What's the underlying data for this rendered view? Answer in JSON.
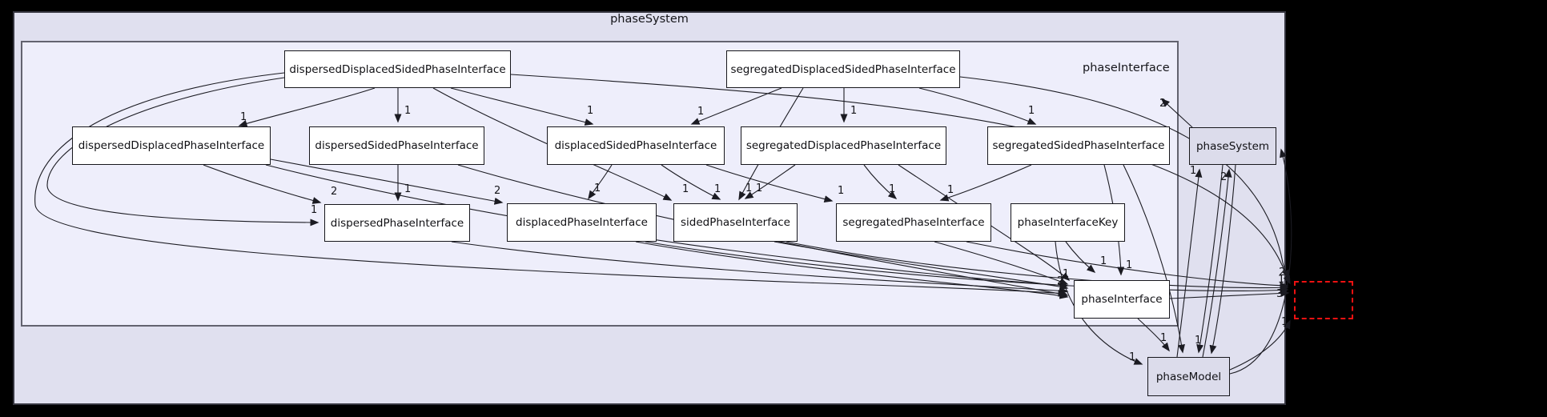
{
  "diagram": {
    "outer_cluster_label": "phaseSystem",
    "inner_cluster_label": "phaseInterface",
    "nodes": [
      {
        "id": "A",
        "label": "dispersedDisplacedSidedPhaseInterface"
      },
      {
        "id": "B",
        "label": "segregatedDisplacedSidedPhaseInterface"
      },
      {
        "id": "C",
        "label": "dispersedDisplacedPhaseInterface"
      },
      {
        "id": "D",
        "label": "dispersedSidedPhaseInterface"
      },
      {
        "id": "E",
        "label": "displacedSidedPhaseInterface"
      },
      {
        "id": "F",
        "label": "segregatedDisplacedPhaseInterface"
      },
      {
        "id": "G",
        "label": "segregatedSidedPhaseInterface"
      },
      {
        "id": "H",
        "label": "phaseSystem"
      },
      {
        "id": "I",
        "label": "dispersedPhaseInterface"
      },
      {
        "id": "J",
        "label": "displacedPhaseInterface"
      },
      {
        "id": "K",
        "label": "sidedPhaseInterface"
      },
      {
        "id": "L",
        "label": "segregatedPhaseInterface"
      },
      {
        "id": "M",
        "label": "phaseInterfaceKey"
      },
      {
        "id": "N",
        "label": "phaseInterface"
      },
      {
        "id": "O",
        "label": "phaseModel"
      },
      {
        "id": "R",
        "label": ""
      }
    ],
    "edges": [
      {
        "from": "A",
        "to": "C",
        "label": "1"
      },
      {
        "from": "A",
        "to": "D",
        "label": "1"
      },
      {
        "from": "A",
        "to": "E",
        "label": "1"
      },
      {
        "from": "B",
        "to": "E",
        "label": "1"
      },
      {
        "from": "B",
        "to": "F",
        "label": "1"
      },
      {
        "from": "B",
        "to": "G",
        "label": "1"
      },
      {
        "from": "A",
        "to": "I",
        "label": "1"
      },
      {
        "from": "A",
        "to": "N",
        "label": ""
      },
      {
        "from": "A",
        "to": "K",
        "label": "1"
      },
      {
        "from": "B",
        "to": "K",
        "label": "1"
      },
      {
        "from": "C",
        "to": "I",
        "label": "2"
      },
      {
        "from": "D",
        "to": "I",
        "label": "1"
      },
      {
        "from": "C",
        "to": "J",
        "label": "2"
      },
      {
        "from": "E",
        "to": "J",
        "label": "1"
      },
      {
        "from": "E",
        "to": "K",
        "label": "1"
      },
      {
        "from": "F",
        "to": "K",
        "label": "1"
      },
      {
        "from": "F",
        "to": "L",
        "label": "1"
      },
      {
        "from": "G",
        "to": "L",
        "label": "1"
      },
      {
        "from": "E",
        "to": "L",
        "label": "1"
      },
      {
        "from": "G",
        "to": "N",
        "label": "1"
      },
      {
        "from": "M",
        "to": "N",
        "label": "1"
      },
      {
        "from": "L",
        "to": "N",
        "label": "1"
      },
      {
        "from": "I",
        "to": "N",
        "label": "2"
      },
      {
        "from": "J",
        "to": "N",
        "label": "1"
      },
      {
        "from": "K",
        "to": "N",
        "label": ""
      },
      {
        "from": "C",
        "to": "N",
        "label": ""
      },
      {
        "from": "D",
        "to": "N",
        "label": ""
      },
      {
        "from": "F",
        "to": "N",
        "label": ""
      },
      {
        "from": "H",
        "to": "phaseInterface-cluster",
        "label": "2"
      },
      {
        "from": "H",
        "to": "O",
        "label": "1"
      },
      {
        "from": "H",
        "to": "O",
        "label": ""
      },
      {
        "from": "O",
        "to": "H",
        "label": "1"
      },
      {
        "from": "O",
        "to": "H",
        "label": "2"
      },
      {
        "from": "M",
        "to": "O",
        "label": "1"
      },
      {
        "from": "N",
        "to": "O",
        "label": "1"
      },
      {
        "from": "G",
        "to": "O",
        "label": ""
      },
      {
        "from": "O",
        "to": "H",
        "label": ""
      },
      {
        "from": "A",
        "to": "R",
        "label": "1"
      },
      {
        "from": "B",
        "to": "R",
        "label": "2"
      },
      {
        "from": "N",
        "to": "R",
        "label": "3"
      },
      {
        "from": "J",
        "to": "R",
        "label": ""
      },
      {
        "from": "K",
        "to": "R",
        "label": ""
      },
      {
        "from": "L",
        "to": "R",
        "label": ""
      },
      {
        "from": "O",
        "to": "R",
        "label": "1"
      }
    ]
  }
}
